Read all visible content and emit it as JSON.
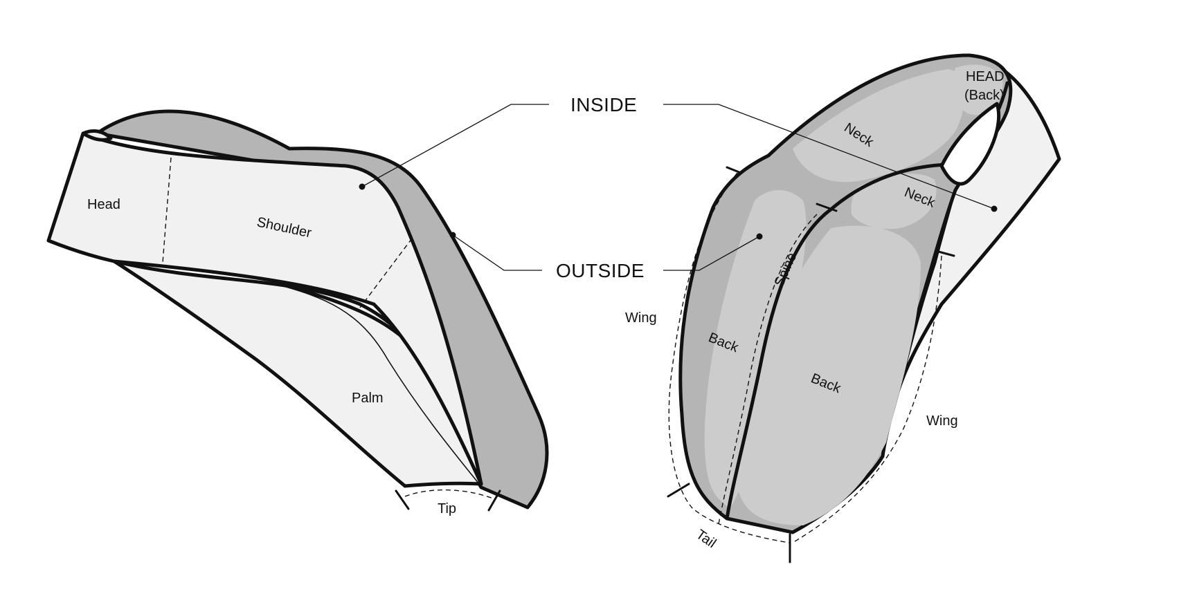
{
  "colors": {
    "inside": "#f0f1f0",
    "outside": "#b4b5b4",
    "outside_light": "#cbcccb",
    "outside_highlight": "#d8d9d8",
    "stroke": "#111111"
  },
  "callouts": {
    "inside": "INSIDE",
    "outside": "OUTSIDE"
  },
  "left_piece": {
    "head": "Head",
    "shoulder": "Shoulder",
    "palm": "Palm",
    "tip": "Tip"
  },
  "right_piece": {
    "head_back_line1": "HEAD",
    "head_back_line2": "(Back)",
    "neck_upper": "Neck",
    "neck_lower": "Neck",
    "spine": "Spine",
    "back_left": "Back",
    "back_right": "Back",
    "wing_left": "Wing",
    "wing_right": "Wing",
    "tail": "Tail"
  }
}
